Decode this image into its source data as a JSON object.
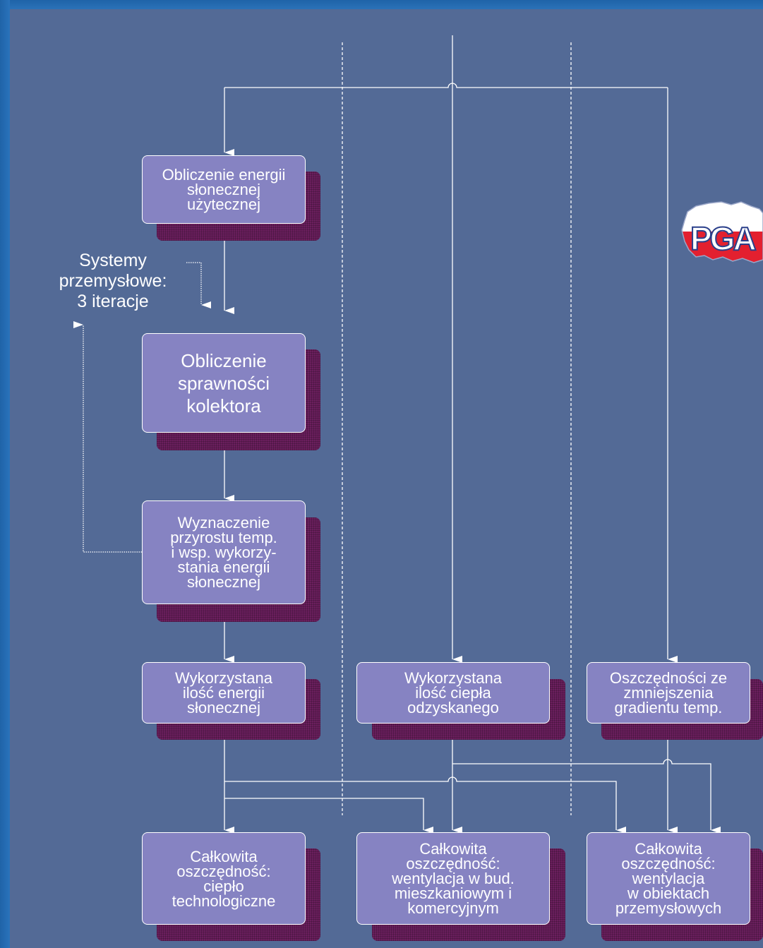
{
  "boxes": {
    "solar_energy_calc": "Obliczenie energii\nsłonecznej\nużytecznej",
    "collector_efficiency": "Obliczenie\nsprawności\nkolektora",
    "temp_increase": "Wyznaczenie\nprzyrostu temp.\ni wsp. wykorzy-\nstania energii\nsłonecznej",
    "used_solar_energy": "Wykorzystana\nilość energii\nsłonecznej",
    "recovered_heat": "Wykorzystana\nilość ciepła\nodzyskanego",
    "gradient_savings": "Oszczędności ze\nzmniejszenia\ngradientu temp.",
    "total_process_heat": "Całkowita\noszczędność:\nciepło\ntechnologiczne",
    "total_residential_vent": "Całkowita\noszczędność:\nwentylacja w bud.\nmieszkaniowym i\nkomercyjnym",
    "total_industrial_vent": "Całkowita\noszczędność:\nwentylacja\nw obiektach\nprzemysłowych"
  },
  "annotation": "Systemy\nprzemysłowe:\n3 iteracje",
  "logo": {
    "text": "PGA",
    "colors": {
      "top": "#ffffff",
      "bottom": "#e3202f",
      "outline": "#2a3f8a"
    }
  },
  "colors": {
    "background": "#536a96",
    "box_fill": "#8683c2",
    "box_shadow": "#6b1f5e",
    "line": "#ffffff"
  }
}
